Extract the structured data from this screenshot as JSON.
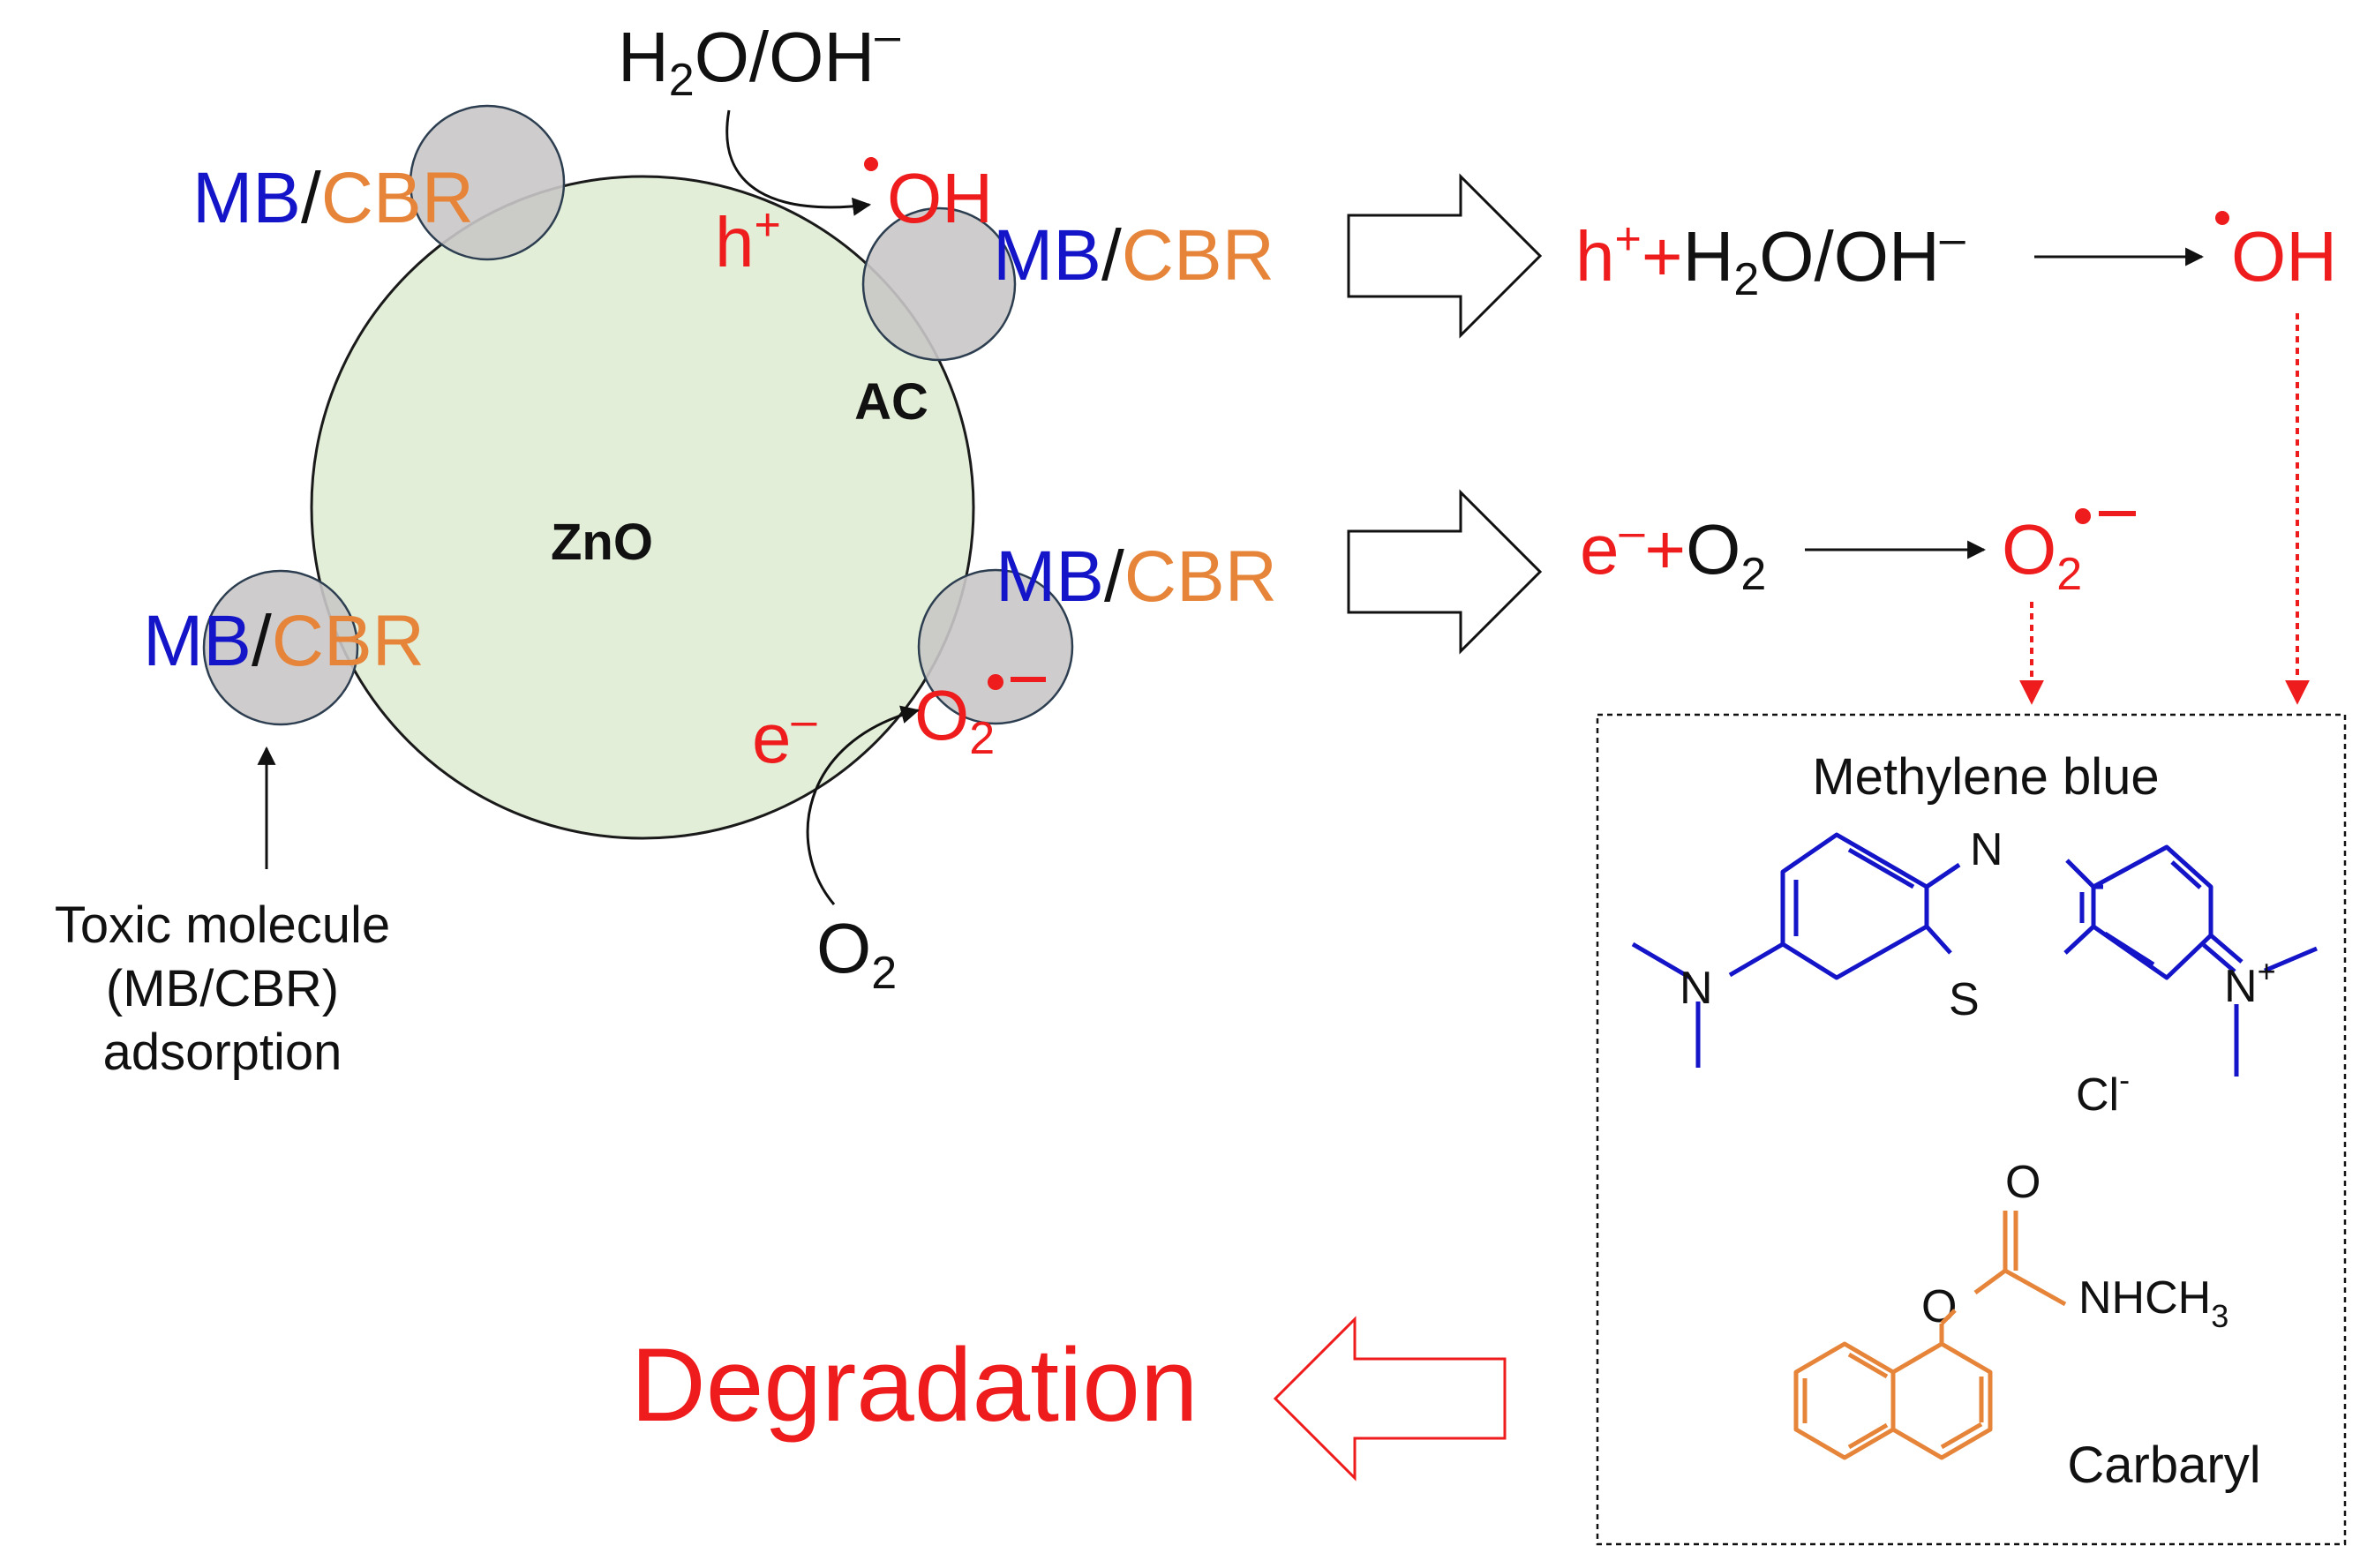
{
  "colors": {
    "red": "#ee1c1c",
    "blue": "#1414c8",
    "orange": "#e6853a",
    "black": "#111111",
    "zno_fill": "#e2eed8",
    "ac_fill": "#c9c6c6"
  },
  "particle": {
    "core_label": "ZnO",
    "ac_label": "AC",
    "adsorbed": {
      "mb": "MB",
      "sep": "/",
      "cbr": "CBR"
    },
    "hole": {
      "h": "h",
      "plus": "+"
    },
    "electron": {
      "e": "e",
      "minus": "–"
    },
    "oh": "OH",
    "superoxide": {
      "o": "O",
      "sub": "2",
      "sup": "–"
    },
    "water_top": {
      "h": "H",
      "sub": "2",
      "rest": "O/OH",
      "sup": "–"
    },
    "o2_bottom": {
      "o": "O",
      "sub": "2"
    },
    "adsorption_note": [
      "Toxic molecule",
      "(MB/CBR)",
      "adsorption"
    ]
  },
  "reactions": {
    "r1": {
      "h": "h",
      "plus_sup": "+",
      "plus": "+",
      "water_h": "H",
      "water_sub": "2",
      "water_rest": "O/OH",
      "water_sup": "–",
      "product": "OH"
    },
    "r2": {
      "e": "e",
      "minus_sup": "–",
      "plus": "+",
      "o": "O",
      "o_sub": "2",
      "product_o": "O",
      "product_sub": "2",
      "product_sup": "–"
    }
  },
  "pollutants": {
    "mb_title": "Methylene blue",
    "mb_atoms": {
      "n_top": "N",
      "s": "S",
      "n_left": "N",
      "n_right": "N",
      "n_right_sup": "+",
      "cl": "Cl",
      "cl_sup": "-"
    },
    "cbr_title": "Carbaryl",
    "cbr_atoms": {
      "o_carbonyl": "O",
      "o_ester": "O",
      "nh": "NHCH",
      "nh_sub": "3"
    }
  },
  "result": "Degradation"
}
